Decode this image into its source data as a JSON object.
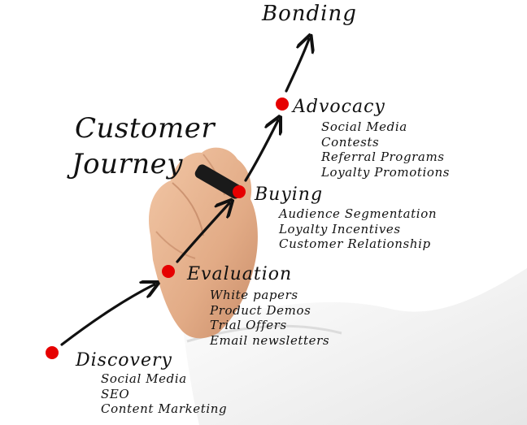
{
  "title": {
    "line1": "Customer",
    "line2": "Journey"
  },
  "stages": [
    {
      "name": "Discovery",
      "items": [
        "Social Media",
        "SEO",
        "Content Marketing"
      ]
    },
    {
      "name": "Evaluation",
      "items": [
        "White papers",
        "Product Demos",
        "Trial Offers",
        "Email newsletters"
      ]
    },
    {
      "name": "Buying",
      "items": [
        "Audience Segmentation",
        "Loyalty Incentives",
        "Customer Relationship"
      ]
    },
    {
      "name": "Advocacy",
      "items": [
        "Social Media",
        "Contests",
        "Referral Programs",
        "Loyalty Promotions"
      ]
    },
    {
      "name": "Bonding",
      "items": []
    }
  ],
  "colors": {
    "dot": "#e60000",
    "ink": "#111111",
    "arrow": "#111111",
    "skin": "#e9b998",
    "sleeve": "#f4f4f4"
  }
}
